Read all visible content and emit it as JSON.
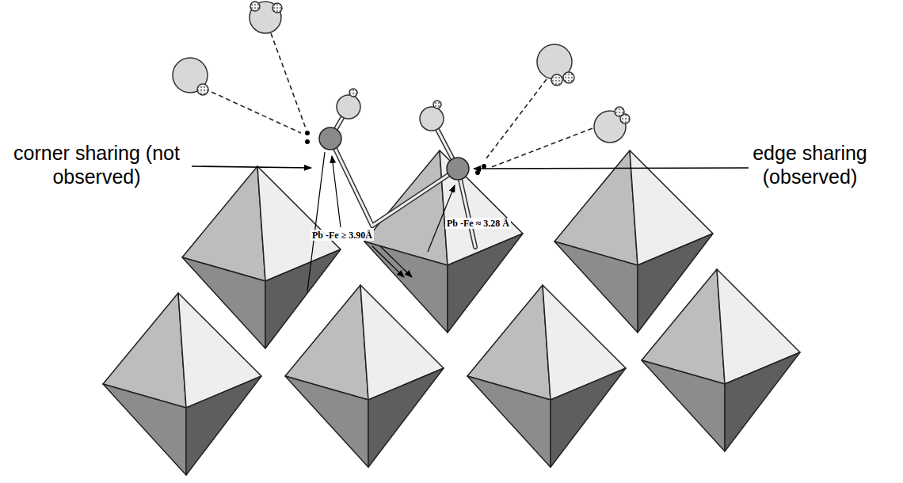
{
  "diagram": {
    "labels": [
      "corner sharing (not observed)",
      "edge sharing (observed)",
      "Pb -Fe ≥ 3.90Å",
      "Pb -Fe ≈ 3.28 Å"
    ]
  }
}
